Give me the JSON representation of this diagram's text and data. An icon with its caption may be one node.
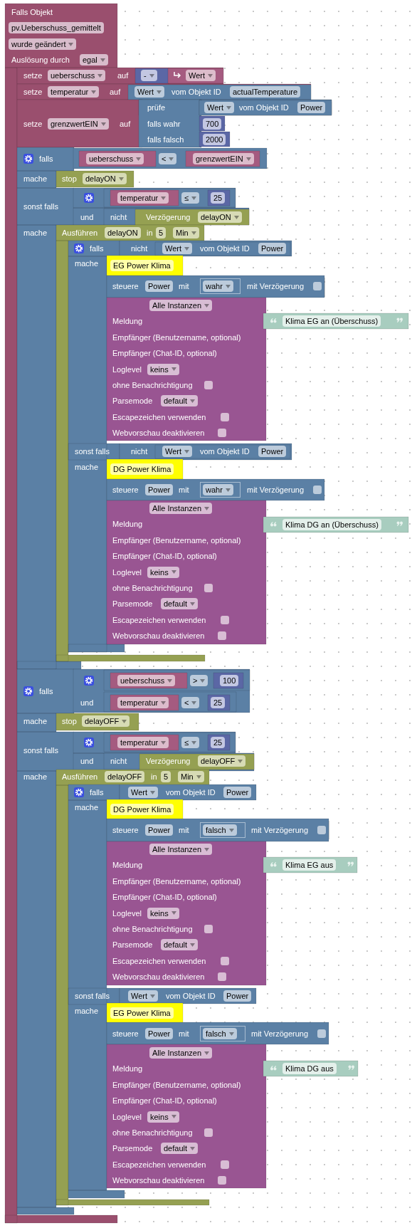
{
  "diagram": {
    "nodes": [
      {
        "text": [
          "Falls Objekt",
          "pv.Ueberschuss_gemittelt",
          "wurde geändert",
          "Auslösung durch",
          "egal"
        ]
      },
      {
        "text": [
          "setze",
          "ueberschuss",
          "auf"
        ],
        "in": 0
      },
      {
        "text": [
          "-"
        ],
        "in": 1
      },
      {
        "text": [
          "Wert"
        ],
        "in": 1
      },
      {
        "text": [
          "setze",
          "temperatur",
          "auf"
        ],
        "in": 0
      },
      {
        "text": [
          "Wert",
          "vom Objekt ID",
          "actualTemperature"
        ],
        "in": 4
      },
      {
        "text": [
          "setze",
          "grenzwertEIN",
          "auf"
        ],
        "in": 0
      },
      {
        "text": [
          "prüfe",
          "falls wahr",
          "falls falsch"
        ],
        "in": 6
      },
      {
        "text": [
          "Wert",
          "vom Objekt ID",
          "Power"
        ],
        "in": 7
      },
      {
        "text": [
          "700"
        ],
        "in": 7
      },
      {
        "text": [
          "2000"
        ],
        "in": 7
      },
      {
        "text": [
          "falls",
          "mache",
          "sonst falls",
          "mache"
        ],
        "in": 0
      },
      {
        "text": [
          "<"
        ],
        "in": 11
      },
      {
        "text": [
          "ueberschuss"
        ],
        "in": 12
      },
      {
        "text": [
          "grenzwertEIN"
        ],
        "in": 12
      },
      {
        "text": [
          "stop",
          "delayON"
        ],
        "in": 11
      },
      {
        "text": [
          "und"
        ],
        "in": 11
      },
      {
        "text": [
          "≤"
        ],
        "in": 16
      },
      {
        "text": [
          "temperatur"
        ],
        "in": 17
      },
      {
        "text": [
          "25"
        ],
        "in": 17
      },
      {
        "text": [
          "nicht"
        ],
        "in": 16
      },
      {
        "text": [
          "Verzögerung",
          "delayON"
        ],
        "in": 20
      },
      {
        "text": [
          "Ausführen",
          "delayON",
          "in",
          "5",
          "Min"
        ],
        "in": 11
      },
      {
        "text": [
          "falls",
          "mache",
          "sonst falls",
          "mache"
        ],
        "in": 22
      },
      {
        "text": [
          "nicht"
        ],
        "in": 23
      },
      {
        "text": [
          "Wert",
          "vom Objekt ID",
          "Power"
        ],
        "in": 24
      },
      {
        "text": [
          "EG Power Klima"
        ],
        "in": 23
      },
      {
        "text": [
          "steuere",
          "Power",
          "mit",
          "mit Verzögerung"
        ],
        "in": 23
      },
      {
        "text": [
          "wahr"
        ],
        "in": 27
      },
      {
        "text": [
          "Alle Instanzen",
          "Meldung",
          "Empfänger (Benutzername, optional)",
          "Empfänger (Chat-ID, optional)",
          "Loglevel",
          "keins",
          "ohne Benachrichtigung",
          "Parsemode",
          "default",
          "Escapezeichen verwenden",
          "Webvorschau deaktivieren"
        ],
        "in": 23
      },
      {
        "text": [
          "Klima EG an (Überschuss)"
        ]
      },
      {
        "text": [
          "nicht"
        ],
        "in": 23
      },
      {
        "text": [
          "Wert",
          "vom Objekt ID",
          "Power"
        ],
        "in": 31
      },
      {
        "text": [
          "DG Power Klima"
        ],
        "in": 23
      },
      {
        "text": [
          "steuere",
          "Power",
          "mit",
          "mit Verzögerung"
        ],
        "in": 23
      },
      {
        "text": [
          "wahr"
        ],
        "in": 34
      },
      {
        "text": [
          "Alle Instanzen",
          "Meldung",
          "Empfänger (Benutzername, optional)",
          "Empfänger (Chat-ID, optional)",
          "Loglevel",
          "keins",
          "ohne Benachrichtigung",
          "Parsemode",
          "default",
          "Escapezeichen verwenden",
          "Webvorschau deaktivieren"
        ],
        "in": 23
      },
      {
        "text": [
          "Klima DG an (Überschuss)"
        ]
      },
      {
        "text": [
          "falls",
          "mache",
          "sonst falls",
          "mache"
        ],
        "in": 0
      },
      {
        "text": [
          "und"
        ],
        "in": 38
      },
      {
        "text": [
          ">"
        ],
        "in": 39
      },
      {
        "text": [
          "ueberschuss"
        ],
        "in": 40
      },
      {
        "text": [
          "100"
        ],
        "in": 40
      },
      {
        "text": [
          "<"
        ],
        "in": 39
      },
      {
        "text": [
          "temperatur"
        ],
        "in": 43
      },
      {
        "text": [
          "25"
        ],
        "in": 43
      },
      {
        "text": [
          "stop",
          "delayOFF"
        ],
        "in": 38
      },
      {
        "text": [
          "und"
        ],
        "in": 38
      },
      {
        "text": [
          "≤"
        ],
        "in": 47
      },
      {
        "text": [
          "temperatur"
        ],
        "in": 48
      },
      {
        "text": [
          "25"
        ],
        "in": 48
      },
      {
        "text": [
          "nicht"
        ],
        "in": 47
      },
      {
        "text": [
          "Verzögerung",
          "delayOFF"
        ],
        "in": 51
      },
      {
        "text": [
          "Ausführen",
          "delayOFF",
          "in",
          "5",
          "Min"
        ],
        "in": 38
      },
      {
        "text": [
          "falls",
          "mache",
          "sonst falls",
          "mache"
        ],
        "in": 53
      },
      {
        "text": [
          "Wert",
          "vom Objekt ID",
          "Power"
        ],
        "in": 54
      },
      {
        "text": [
          "DG Power Klima"
        ],
        "in": 54
      },
      {
        "text": [
          "steuere",
          "Power",
          "mit",
          "mit Verzögerung"
        ],
        "in": 54
      },
      {
        "text": [
          "falsch"
        ],
        "in": 57
      },
      {
        "text": [
          "Alle Instanzen",
          "Meldung",
          "Empfänger (Benutzername, optional)",
          "Empfänger (Chat-ID, optional)",
          "Loglevel",
          "keins",
          "ohne Benachrichtigung",
          "Parsemode",
          "default",
          "Escapezeichen verwenden",
          "Webvorschau deaktivieren"
        ],
        "in": 54
      },
      {
        "text": [
          "Klima EG aus"
        ]
      },
      {
        "text": [
          "Wert",
          "vom Objekt ID",
          "Power"
        ],
        "in": 54
      },
      {
        "text": [
          "EG Power Klima"
        ],
        "in": 54
      },
      {
        "text": [
          "steuere",
          "Power",
          "mit",
          "mit Verzögerung"
        ],
        "in": 54
      },
      {
        "text": [
          "falsch"
        ],
        "in": 63
      },
      {
        "text": [
          "Alle Instanzen",
          "Meldung",
          "Empfänger (Benutzername, optional)",
          "Empfänger (Chat-ID, optional)",
          "Loglevel",
          "keins",
          "ohne Benachrichtigung",
          "Parsemode",
          "default",
          "Escapezeichen verwenden",
          "Webvorschau deaktivieren"
        ],
        "in": 54
      },
      {
        "text": [
          "Klima DG aus"
        ]
      }
    ]
  }
}
